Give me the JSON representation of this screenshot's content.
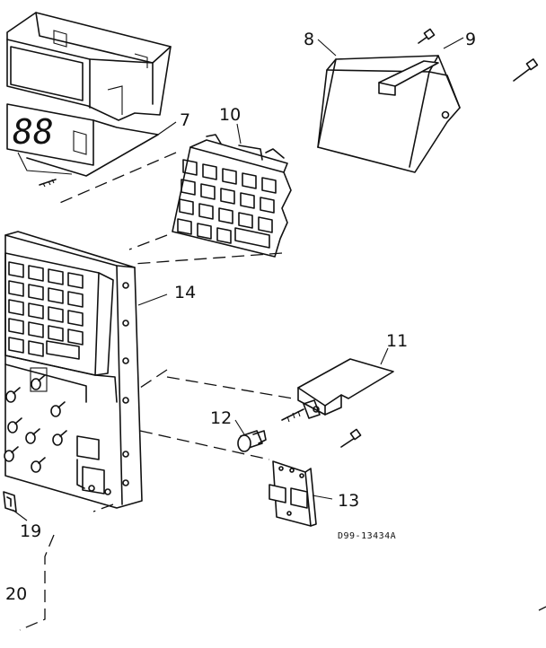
{
  "callouts": {
    "c7": "7",
    "c8": "8",
    "c9": "9",
    "c10": "10",
    "c11": "11",
    "c12": "12",
    "c13": "13",
    "c14": "14",
    "c19": "19",
    "c20": "20"
  },
  "drawing_code": "D99-13434A",
  "display_digits": "88"
}
